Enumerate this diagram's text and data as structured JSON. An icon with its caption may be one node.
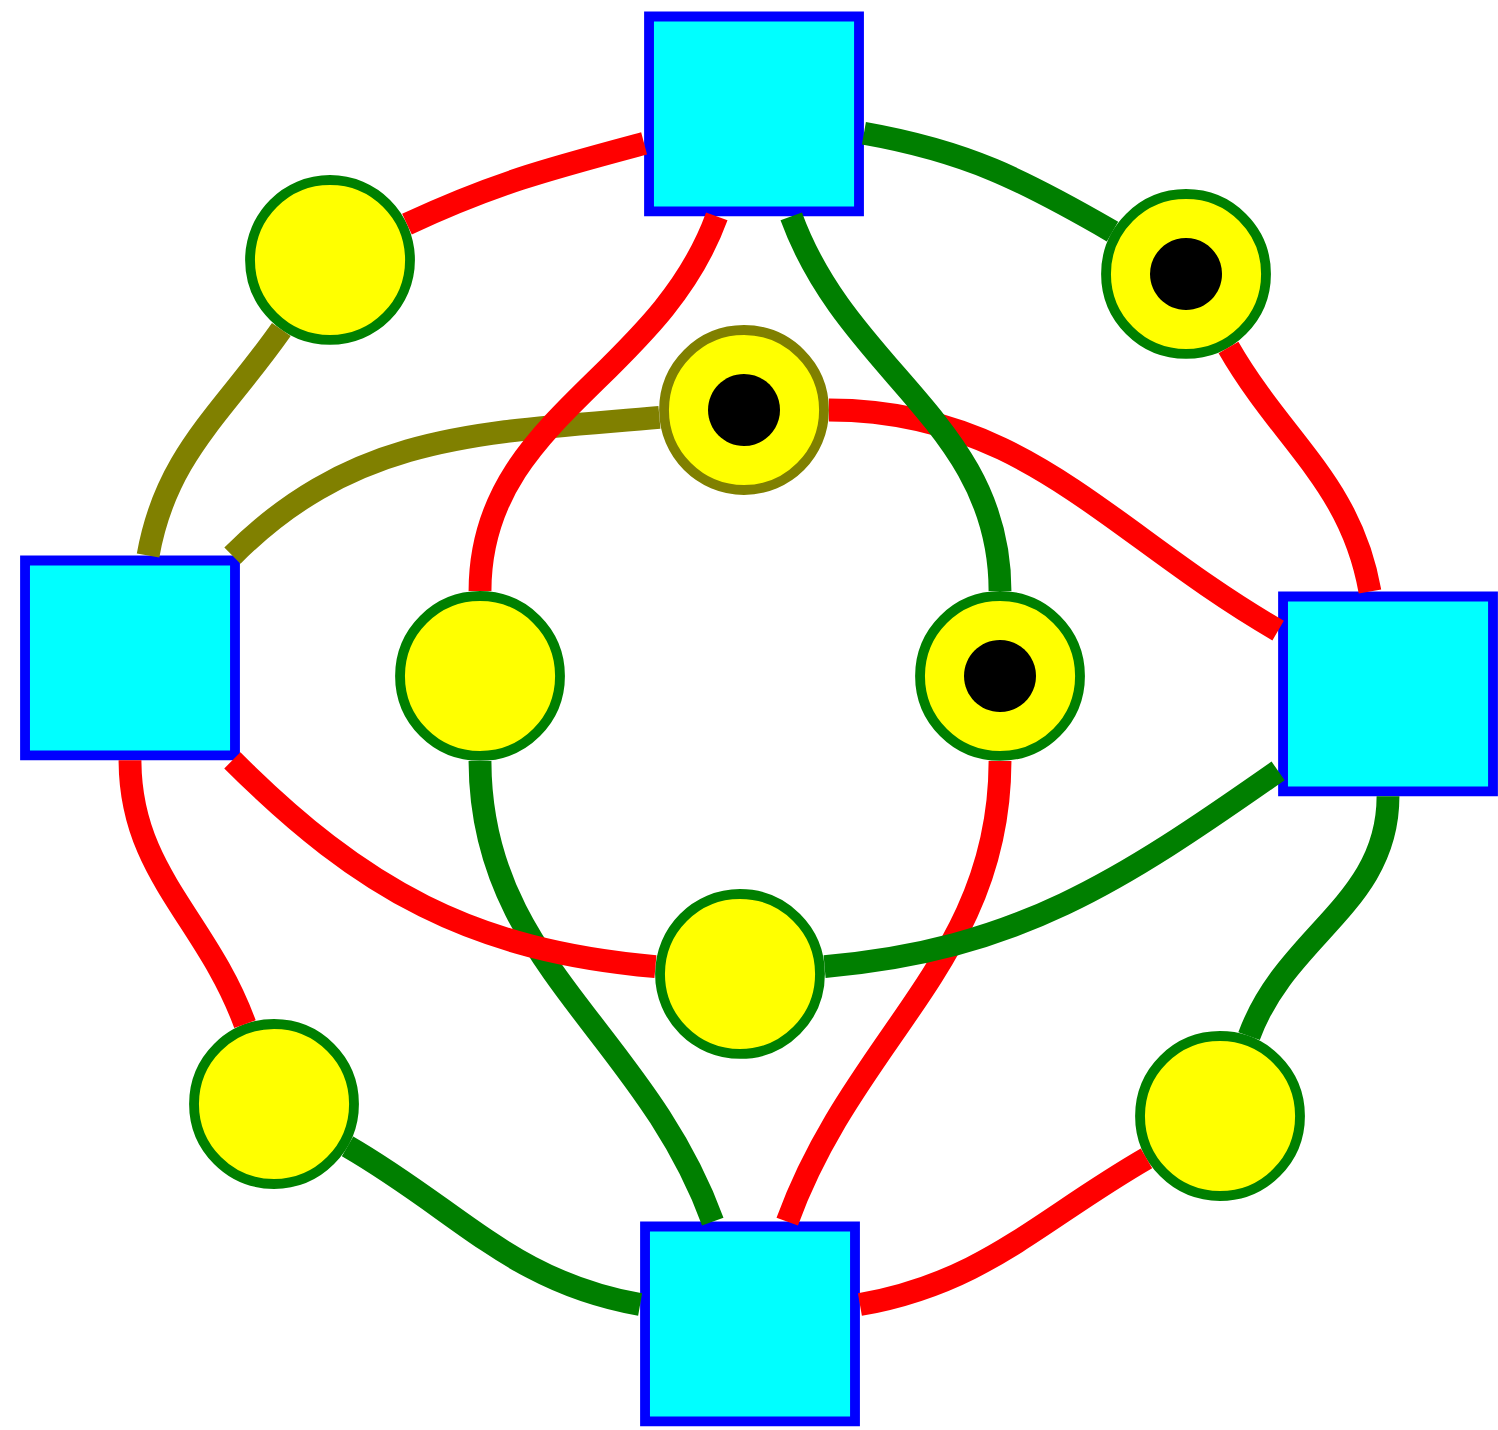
{
  "diagram": {
    "nodes": [
      {
        "text": [],
        "shape": "box"
      },
      {
        "text": [],
        "shape": "circle"
      },
      {
        "text": [],
        "shape": "target"
      },
      {
        "text": [],
        "shape": "target"
      },
      {
        "text": [],
        "shape": "box"
      },
      {
        "text": [],
        "shape": "circle"
      },
      {
        "text": [],
        "shape": "target"
      },
      {
        "text": [],
        "shape": "box"
      },
      {
        "text": [],
        "shape": "circle"
      },
      {
        "text": [],
        "shape": "circle"
      },
      {
        "text": [],
        "shape": "circle"
      },
      {
        "text": [],
        "shape": "box"
      }
    ],
    "edges": [
      {
        "from": 0,
        "to": 1,
        "arrow": "none"
      },
      {
        "from": 1,
        "to": 4,
        "arrow": "none",
        "color": "#808000"
      },
      {
        "from": 0,
        "to": 2,
        "arrow": "none",
        "color": "#007f00"
      },
      {
        "from": 2,
        "to": 7,
        "arrow": "none"
      },
      {
        "from": 4,
        "to": 3,
        "arrow": "none",
        "color": "#808000"
      },
      {
        "from": 3,
        "to": 7,
        "arrow": "none"
      },
      {
        "from": 0,
        "to": 5,
        "arrow": "none"
      },
      {
        "from": 5,
        "to": 11,
        "arrow": "none",
        "color": "#007f00"
      },
      {
        "from": 0,
        "to": 6,
        "arrow": "none",
        "color": "#007f00"
      },
      {
        "from": 6,
        "to": 11,
        "arrow": "none"
      },
      {
        "from": 4,
        "to": 8,
        "arrow": "none"
      },
      {
        "from": 8,
        "to": 7,
        "arrow": "none",
        "color": "#007f00"
      },
      {
        "from": 4,
        "to": 9,
        "arrow": "none"
      },
      {
        "from": 9,
        "to": 11,
        "arrow": "none",
        "color": "#007f00"
      },
      {
        "from": 7,
        "to": 10,
        "arrow": "none",
        "color": "#007f00"
      },
      {
        "from": 10,
        "to": 11,
        "arrow": "none"
      }
    ]
  }
}
